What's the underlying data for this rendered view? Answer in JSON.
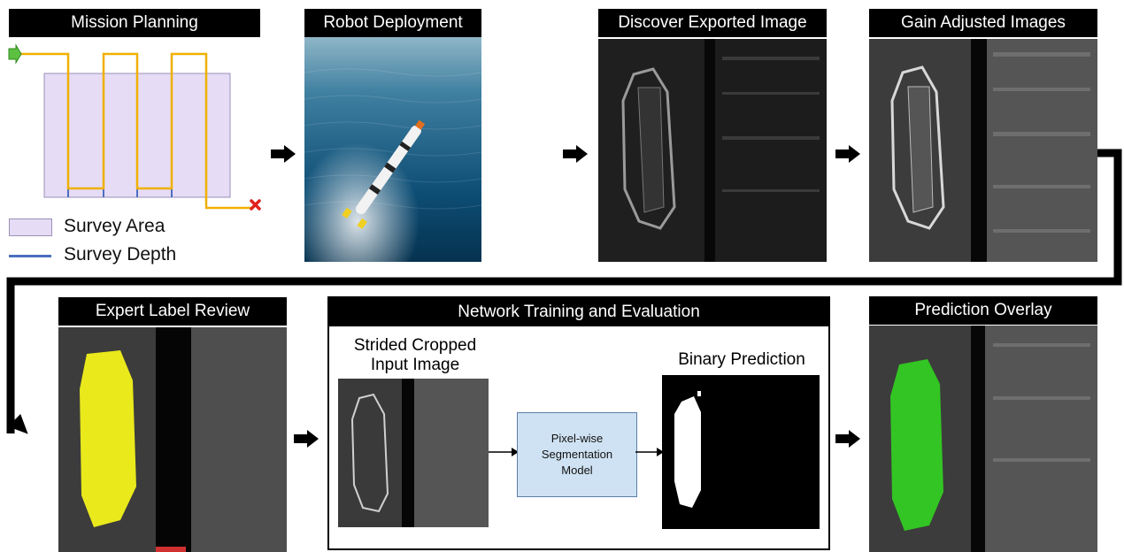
{
  "stages": {
    "mission_planning": "Mission Planning",
    "robot_deployment": "Robot Deployment",
    "discover_exported": "Discover Exported Image",
    "gain_adjusted": "Gain Adjusted Images",
    "expert_label_review": "Expert Label Review",
    "network_training": "Network Training and Evaluation",
    "prediction_overlay": "Prediction Overlay"
  },
  "legend": {
    "survey_area": "Survey Area",
    "survey_depth": "Survey Depth"
  },
  "training": {
    "input_caption_line1": "Strided Cropped",
    "input_caption_line2": "Input Image",
    "model_line1": "Pixel-wise",
    "model_line2": "Segmentation",
    "model_line3": "Model",
    "output_caption": "Binary Prediction"
  },
  "colors": {
    "survey_area_fill": "#e6dcf5",
    "survey_depth_line": "#4a6fc0",
    "path_line": "#f0b000",
    "start_marker": "#5cc040",
    "end_marker": "#e02020",
    "label_overlay": "#f2f21a",
    "prediction_overlay": "#33cc22",
    "model_box": "#cfe2f3"
  }
}
